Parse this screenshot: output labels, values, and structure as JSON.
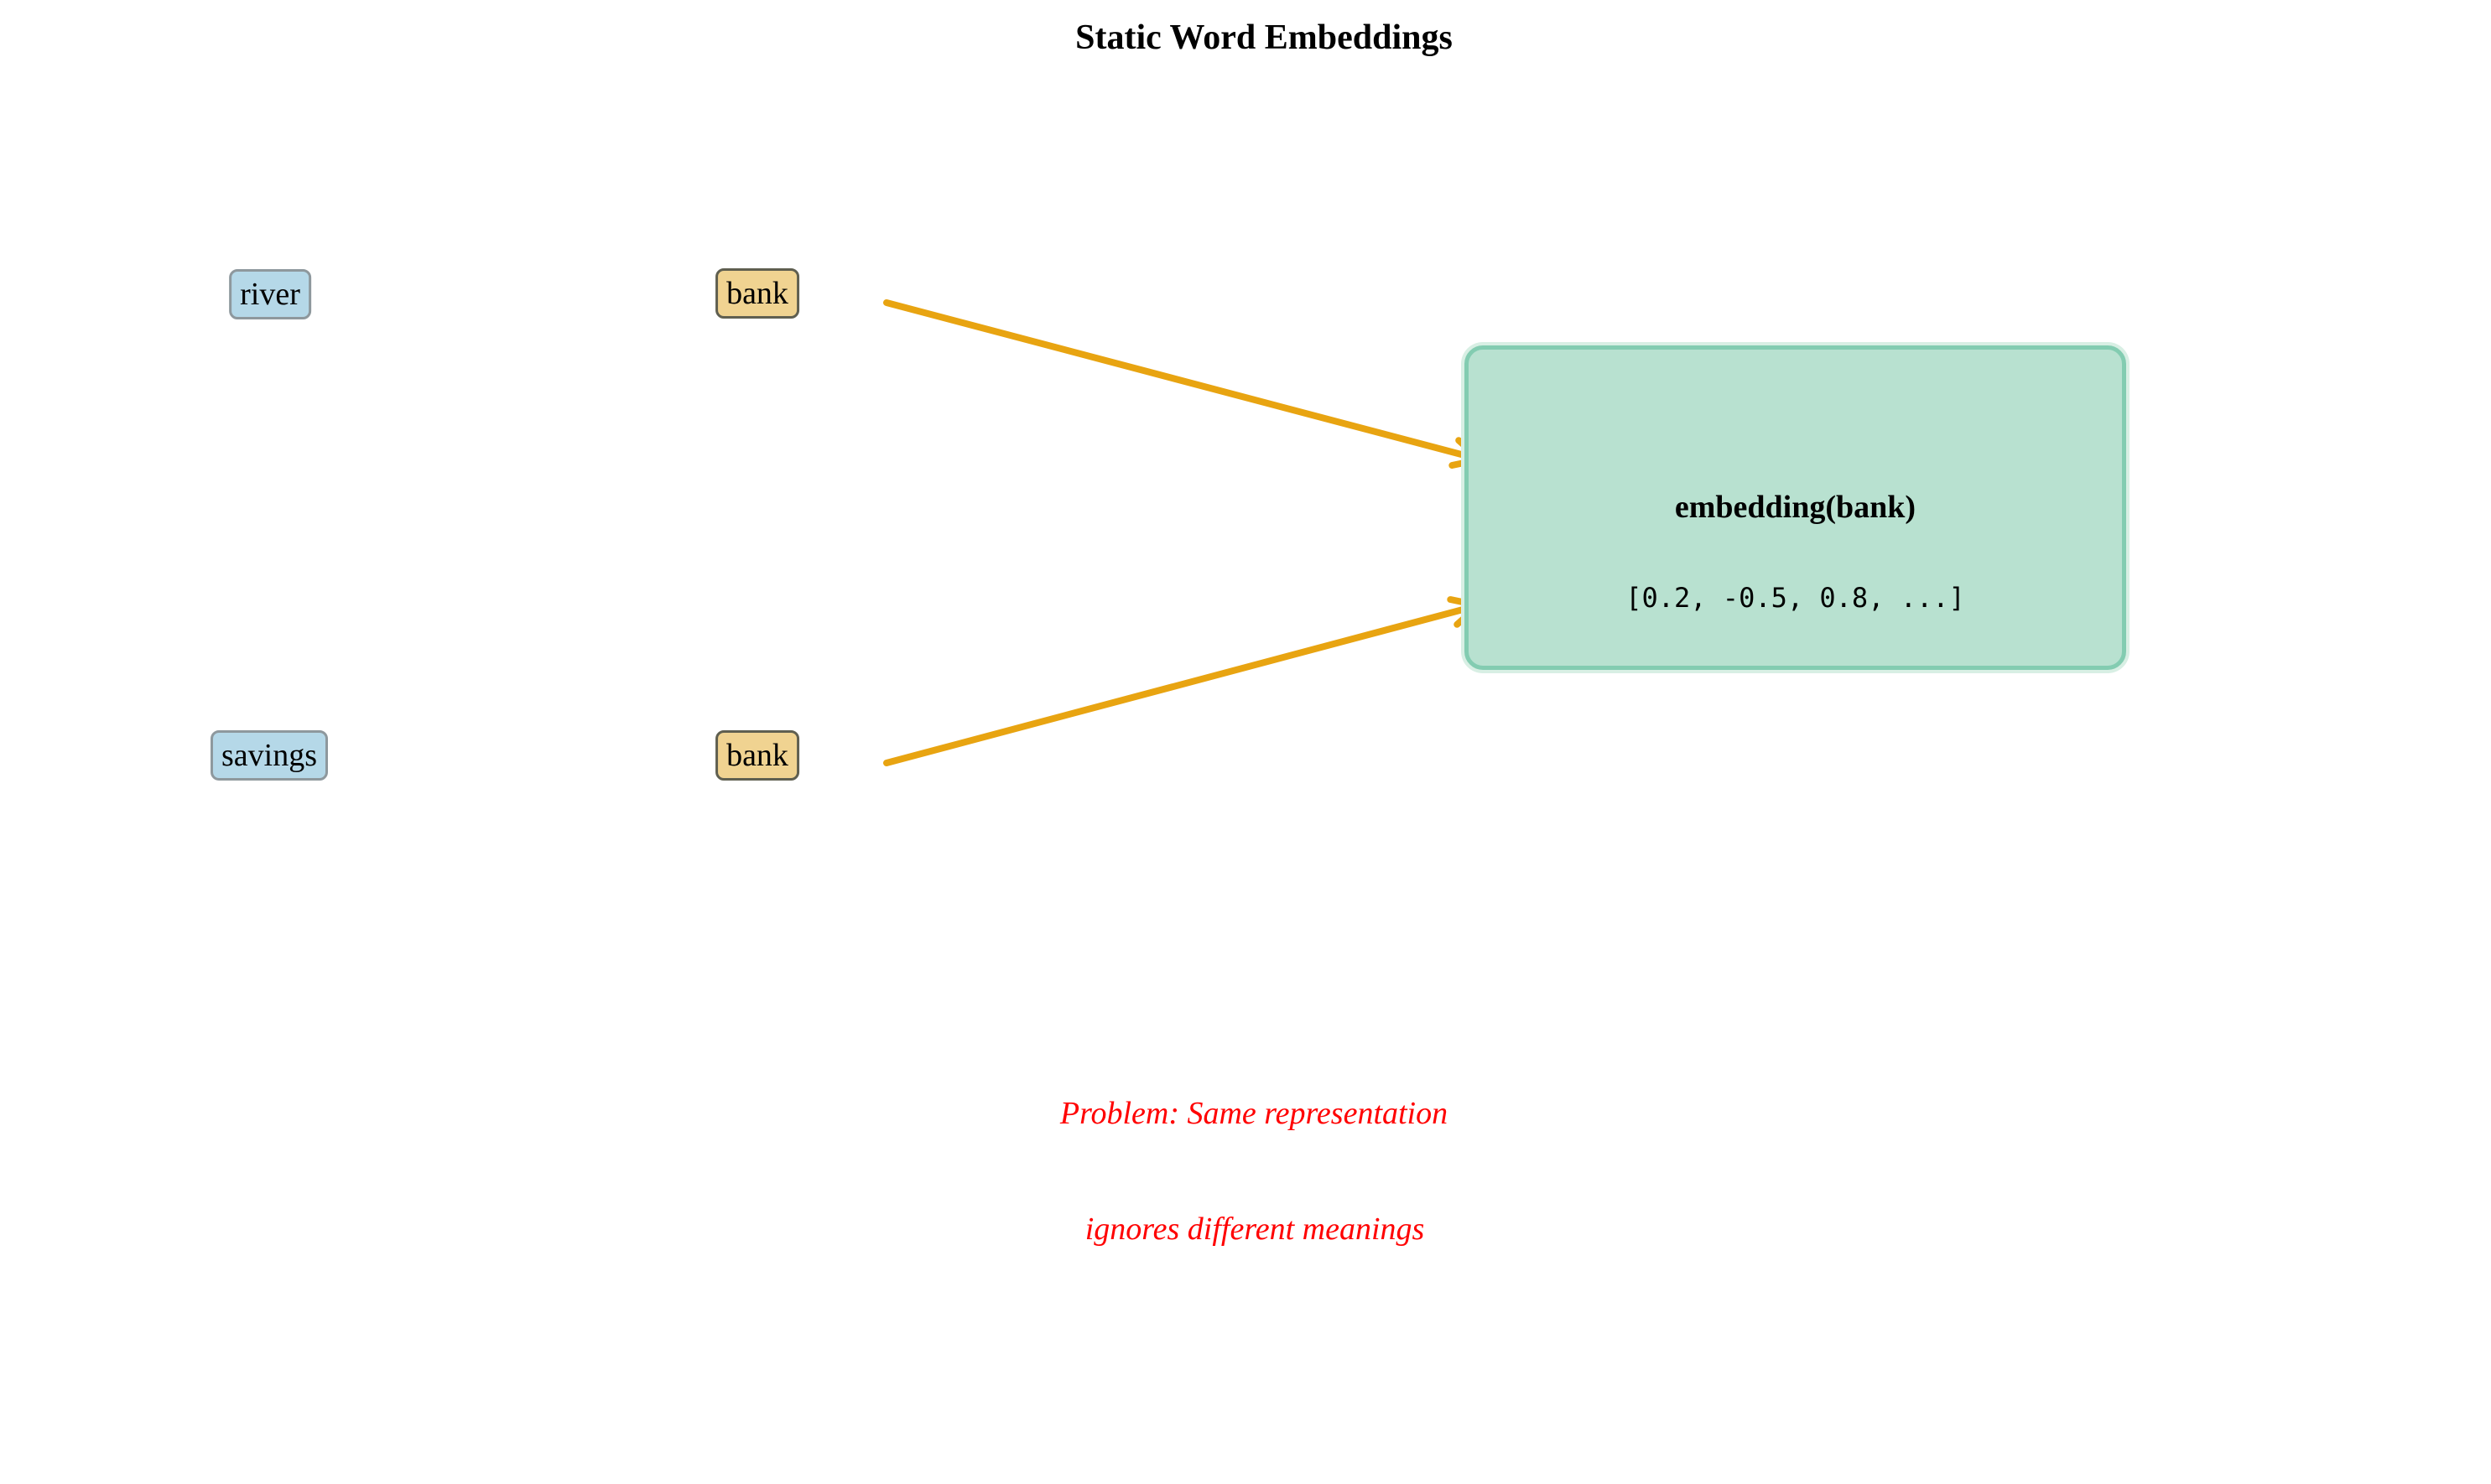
{
  "title": "Static Word Embeddings",
  "rows": [
    {
      "context_word": "river",
      "ambiguous_word": "bank"
    },
    {
      "context_word": "savings",
      "ambiguous_word": "bank"
    }
  ],
  "embedding": {
    "label": "embedding(bank)",
    "vector": "[0.2, -0.5, 0.8, ...]"
  },
  "problem": {
    "line1": "Problem: Same representation",
    "line2": "ignores different meanings"
  },
  "colors": {
    "title_text": "#000000",
    "box_text": "#000000",
    "context_box_fill": "#b5d8e8",
    "context_box_border": "#8e989d",
    "word_box_fill": "#f0d391",
    "word_box_border": "#5f5f50",
    "embedding_fill": "#b8e1d0",
    "embedding_border": "#83ccb1",
    "embedding_rim": "#d8efe4",
    "arrow": "#e8a411",
    "problem_text": "#ff0000"
  }
}
